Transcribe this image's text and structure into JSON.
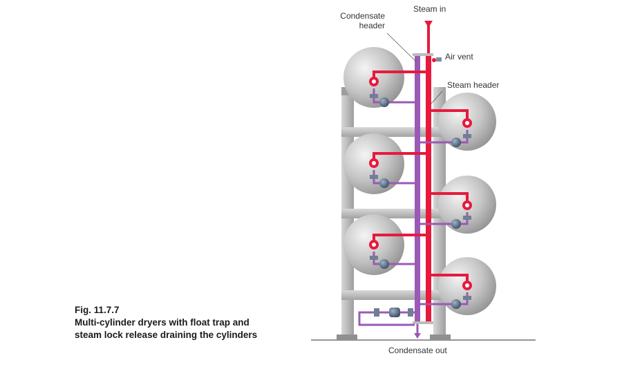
{
  "figure": {
    "number": "Fig. 11.7.7",
    "title_line1": "Multi-cylinder dryers with float trap and",
    "title_line2": "steam lock release draining the cylinders"
  },
  "labels": {
    "steam_in": "Steam in",
    "condensate_header_line1": "Condensate",
    "condensate_header_line2": "header",
    "air_vent": "Air vent",
    "steam_header": "Steam header",
    "condensate_out": "Condensate out"
  },
  "colors": {
    "steam": "#e8193c",
    "condensate": "#9b59b6",
    "frame": "#b7b7b7",
    "frame_dark": "#8f8f8f",
    "cylinder": "#a9a9a9"
  },
  "components": {
    "left_cylinders": 3,
    "right_cylinders": 3,
    "steam_traps_on_cylinders": 6,
    "final_float_trap": 1
  }
}
